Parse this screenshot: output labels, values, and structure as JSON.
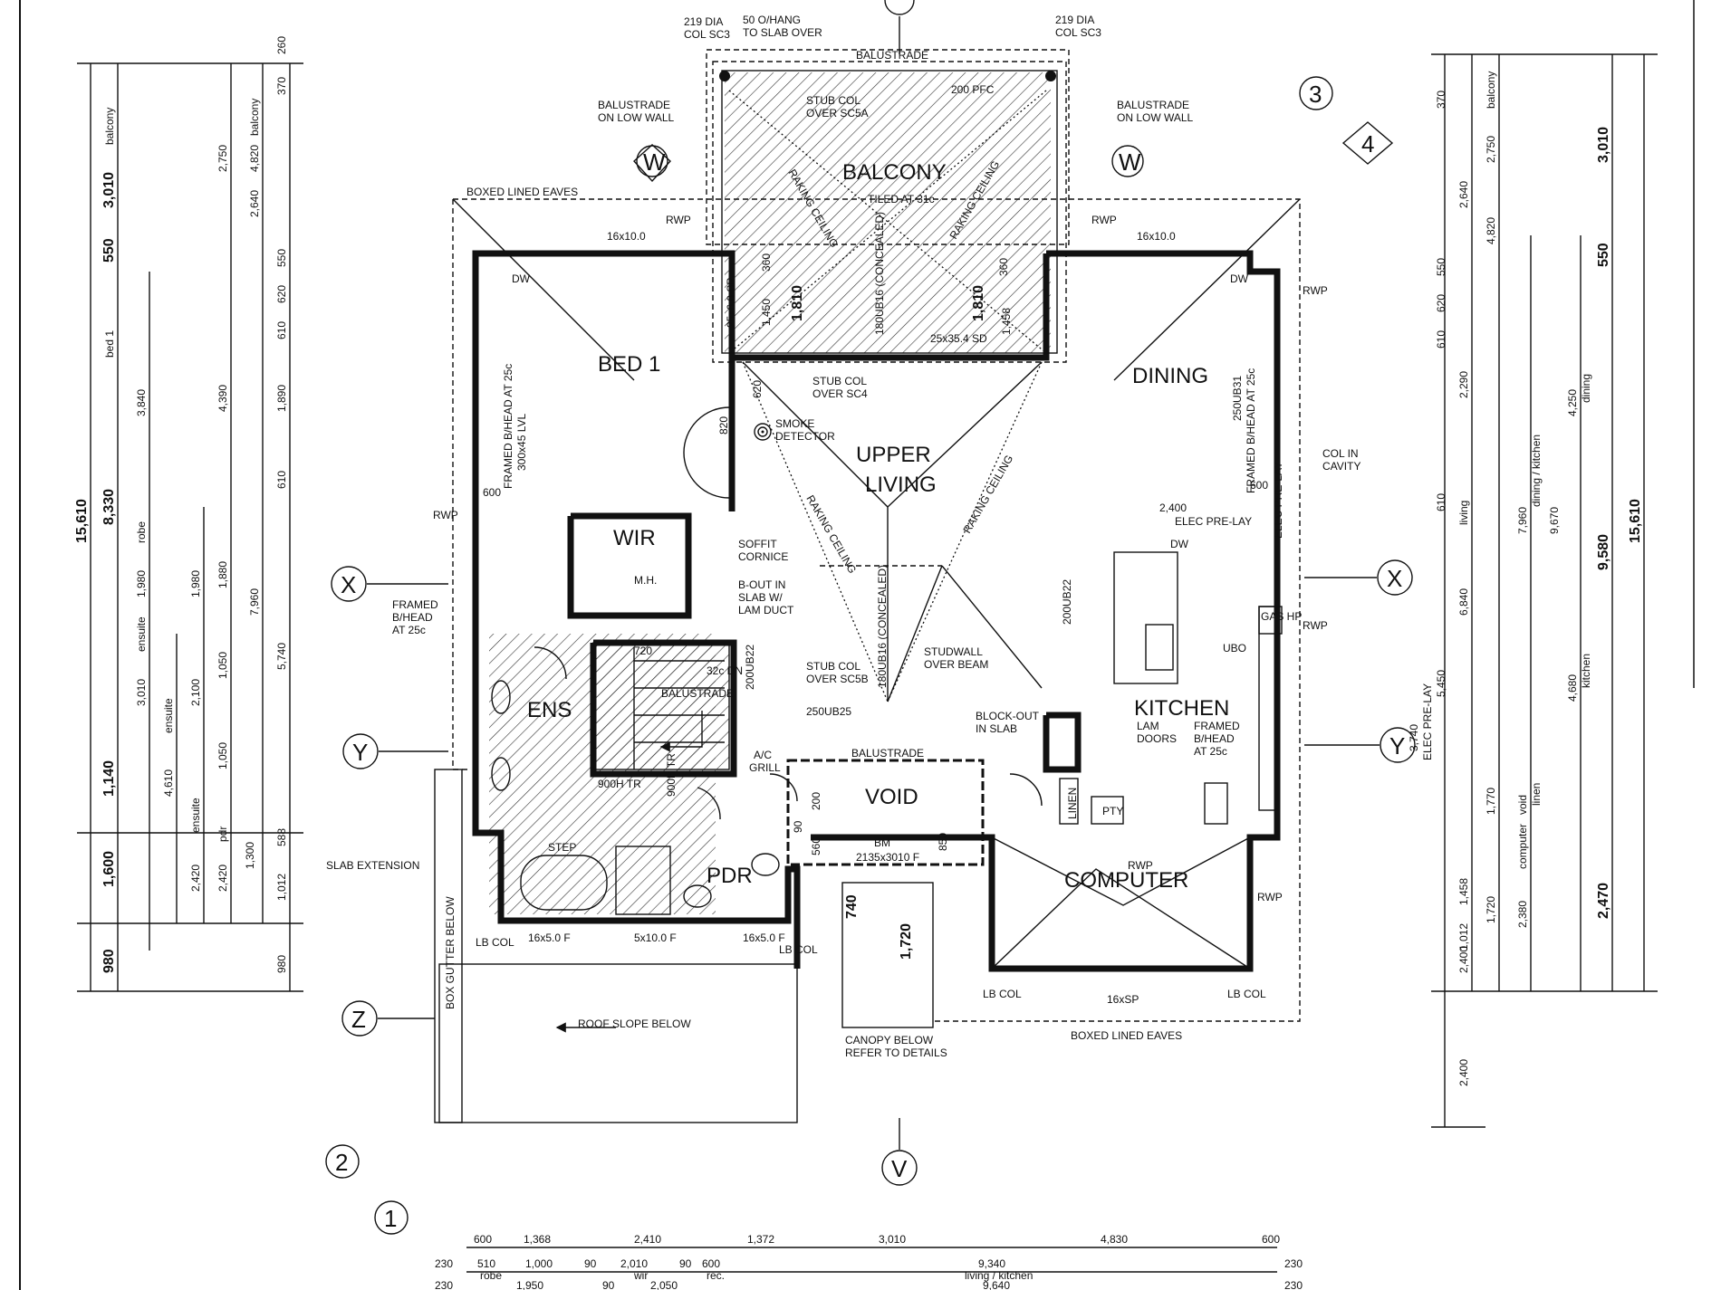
{
  "rooms": {
    "balcony": "BALCONY",
    "balcony_tiled": "TILED AT 31c",
    "bed1": "BED 1",
    "upper_living_1": "UPPER",
    "upper_living_2": "LIVING",
    "dining": "DINING",
    "wir": "WIR",
    "ens": "ENS",
    "kitchen": "KITCHEN",
    "void": "VOID",
    "pdr": "PDR",
    "computer": "COMPUTER"
  },
  "annotations": {
    "col_left_1": "219 DIA",
    "col_left_2": "COL SC3",
    "col_right_1": "219 DIA",
    "col_right_2": "COL SC3",
    "ohang_1": "50 O/HANG",
    "ohang_2": "TO SLAB OVER",
    "balustrade_top": "BALUSTRADE",
    "bal_low_wall_l1": "BALUSTRADE",
    "bal_low_wall_l2": "ON LOW WALL",
    "bal_low_wall_r1": "BALUSTRADE",
    "bal_low_wall_r2": "ON LOW WALL",
    "stub_sc5a_1": "STUB COL",
    "stub_sc5a_2": "OVER SC5A",
    "pfc_200": "200 PFC",
    "raking_ceiling": "RAKING CEILING",
    "boxed_eaves_top": "BOXED LINED EAVES",
    "boxed_eaves_bottom": "BOXED LINED EAVES",
    "rwp": "RWP",
    "lintel_16x10": "16x10.0",
    "framed_bhead_l1": "FRAMED B/HEAD AT 25c",
    "framed_bhead_l2": "300x45 LVL",
    "framed_bhead_r1": "FRAMED B/HEAD AT 25c",
    "framed_bhead_r2": "250UB31",
    "stub_sc4_1": "STUB COL",
    "stub_sc4_2": "OVER SC4",
    "smoke_1": "SMOKE",
    "smoke_2": "DETECTOR",
    "beam_180ub16": "180UB16 (CONCEALED)",
    "beam_25x6": "25x6.0 SP",
    "beam_25x35": "25x35.4 SD",
    "col_cavity_1": "COL IN",
    "col_cavity_2": "CAVITY",
    "elec_prelay": "ELEC PRE-LAY",
    "soffit_1": "SOFFIT",
    "soffit_2": "CORNICE",
    "bout_1": "B-OUT IN",
    "bout_2": "SLAB W/",
    "bout_3": "LAM DUCT",
    "framed_bhead_25c_1": "FRAMED",
    "framed_bhead_25c_2": "B/HEAD",
    "framed_bhead_25c_3": "AT 25c",
    "ub22_a": "200UB22",
    "ub22_b": "200UB22",
    "stub_sc5b_1": "STUB COL",
    "stub_sc5b_2": "OVER SC5B",
    "ub25": "250UB25",
    "studwall_1": "STUDWALL",
    "studwall_2": "OVER BEAM",
    "blockout_1": "BLOCK-OUT",
    "blockout_2": "IN SLAB",
    "lam_doors_1": "LAM",
    "lam_doors_2": "DOORS",
    "kit_bhead_1": "FRAMED",
    "kit_bhead_2": "B/HEAD",
    "kit_bhead_3": "AT 25c",
    "balustrade_void": "BALUSTRADE",
    "balustrade_stair": "BALUSTRADE",
    "ac_grill_1": "A/C",
    "ac_grill_2": "GRILL",
    "bm": "BM",
    "bm_size": "2135x3010 F",
    "slab_ext": "SLAB EXTENSION",
    "lb_col": "LB COL",
    "box_gutter": "BOX GUTTER BELOW",
    "roof_slope": "ROOF SLOPE BELOW",
    "canopy_1": "CANOPY BELOW",
    "canopy_2": "REFER TO DETAILS",
    "lintel_16x5": "16x5.0 F",
    "lintel_5x10": "5x10.0 F",
    "lintel_16sp": "16xSP",
    "step": "STEP",
    "linen": "LINEN",
    "pty": "PTY",
    "tr_900": "900H TR",
    "dn": "32c DN",
    "gas": "GAS HP",
    "ubo": "UBO",
    "dw": "DW",
    "mh": "M.H.",
    "d600": "600",
    "d620": "620",
    "d820": "820",
    "d720": "720",
    "d2400": "2,400"
  },
  "markers": {
    "grid_3": "3",
    "grid_4": "4",
    "grid_2": "2",
    "grid_1": "1",
    "grid_w": "W",
    "grid_x": "X",
    "grid_y": "Y",
    "grid_z": "Z",
    "grid_v": "V"
  },
  "dims_left": {
    "overall": "15,610",
    "a": [
      "3,010",
      "550",
      "8,330",
      "1,140",
      "1,600",
      "980"
    ],
    "b": [
      "2,750",
      "3,840",
      "1,980",
      "3,010",
      "4,610"
    ],
    "labels": [
      "balcony",
      "bed 1",
      "robe",
      "ensuite",
      "ensuite",
      "pdr"
    ],
    "c": [
      "2,640",
      "4,390",
      "1,980",
      "2,100",
      "2,420",
      "2,420"
    ],
    "d": [
      "4,820",
      "7,960",
      "1,880",
      "1,050",
      "1,050",
      "1,300"
    ],
    "e": [
      "260",
      "370",
      "550",
      "620",
      "610",
      "1,890",
      "610",
      "5,740",
      "588",
      "1,012"
    ],
    "e2": [
      "980"
    ]
  },
  "dims_right": {
    "overall": "15,610",
    "a": [
      "3,010",
      "550",
      "9,580",
      "2,470"
    ],
    "b": [
      "2,750",
      "4,250",
      "4,680",
      "2,380"
    ],
    "c": [
      "4,820",
      "7,960",
      "9,670",
      "1,770",
      "1,458",
      "1,720",
      "2,400"
    ],
    "d": [
      "2,640",
      "2,290",
      "6,840",
      "5,450",
      "3,740",
      "1,012",
      "370",
      "550",
      "620",
      "610",
      "610"
    ],
    "labels": [
      "balcony",
      "dining",
      "kitchen",
      "computer",
      "living",
      "dining / kitchen",
      "ELEC PRE-LAY",
      "void",
      "linen"
    ]
  },
  "dims_bottom": {
    "row1": [
      "600",
      "1,368",
      "2,410",
      "1,372",
      "3,010",
      "4,830",
      "600"
    ],
    "row2": [
      "230",
      "510",
      "1,000",
      "90",
      "2,010",
      "90",
      "600",
      "9,340",
      "230"
    ],
    "row3": [
      "230",
      "1,950",
      "90",
      "2,050",
      "9,640",
      "230"
    ],
    "sub": [
      "robe",
      "wir",
      "rec.",
      "living / kitchen"
    ]
  },
  "dims_center": {
    "d1810a": "1,810",
    "d1810b": "1,810",
    "d1450": "1,450",
    "d1458": "1,458",
    "d360a": "360",
    "d360b": "360",
    "d740": "740",
    "d1720": "1,720",
    "d560": "560",
    "d850": "850",
    "d200": "200",
    "d90": "90"
  }
}
